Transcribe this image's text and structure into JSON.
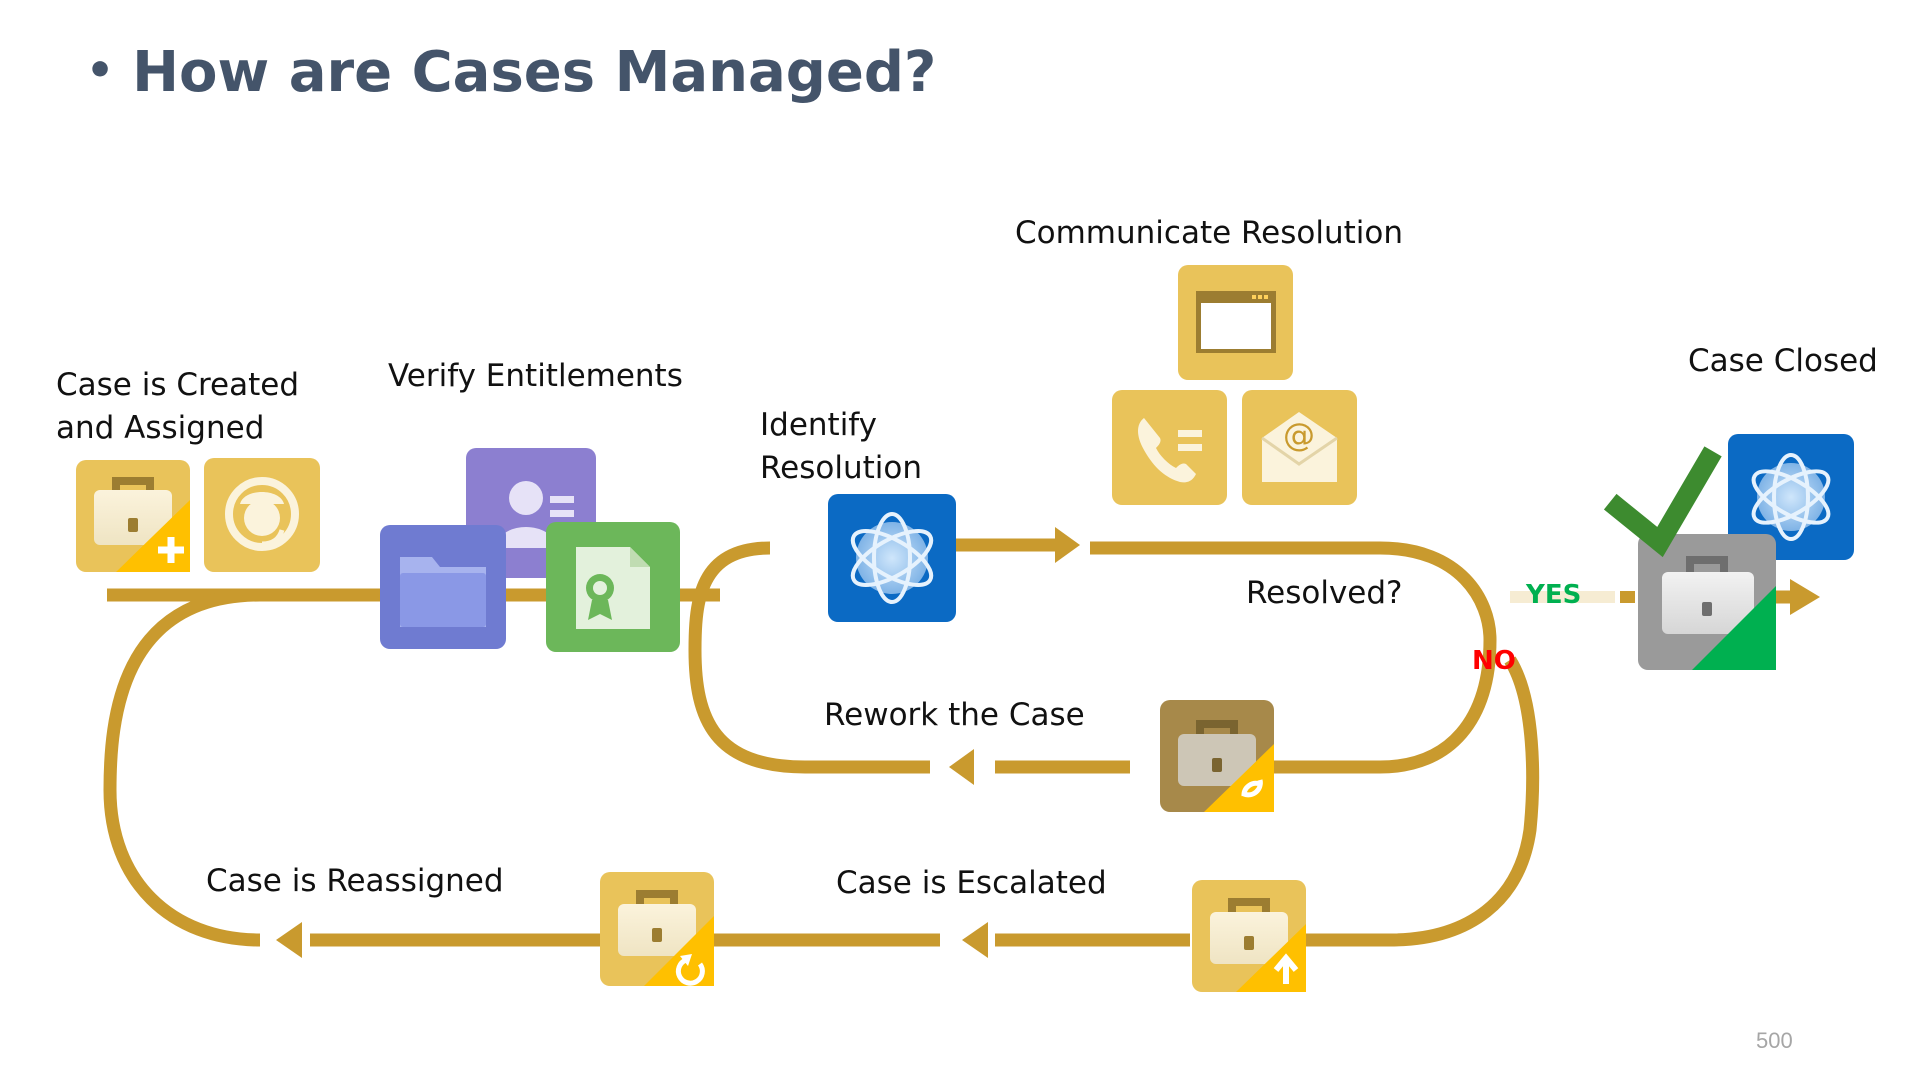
{
  "title": "How are Cases Managed?",
  "page_number": "500",
  "colors": {
    "path": "#c99a2e",
    "tile_gold": "#e9c35a",
    "tile_purple": "#8c7fd0",
    "tile_folder": "#6f7bd1",
    "tile_green": "#6cb75a",
    "tile_blue": "#0b6ac4",
    "tile_gray": "#9a9a9a",
    "check_green": "#3d8b2f",
    "yes": "#00b050",
    "no": "#ff0000"
  },
  "steps": {
    "created": [
      "Case is Created",
      "and Assigned"
    ],
    "verify": "Verify Entitlements",
    "identify": [
      "Identify",
      "Resolution"
    ],
    "communicate": "Communicate Resolution",
    "resolved": "Resolved?",
    "closed": "Case Closed",
    "rework": "Rework the Case",
    "escalated": "Case is Escalated",
    "reassigned": "Case is Reassigned"
  },
  "decision": {
    "yes": "YES",
    "no": "NO"
  },
  "icons": {
    "case_new": "briefcase-plus-icon",
    "agent": "headset-agent-icon",
    "contact": "contact-card-icon",
    "folder": "folder-icon",
    "entitlement": "certificate-doc-icon",
    "knowledge": "atom-knowledge-icon",
    "browser": "browser-window-icon",
    "phone": "phone-icon",
    "email": "email-envelope-icon",
    "case_closed": "briefcase-closed-icon",
    "check": "checkmark-icon",
    "rework": "briefcase-refresh-icon",
    "escalate": "briefcase-arrow-up-icon",
    "reassign": "briefcase-reassign-icon"
  }
}
